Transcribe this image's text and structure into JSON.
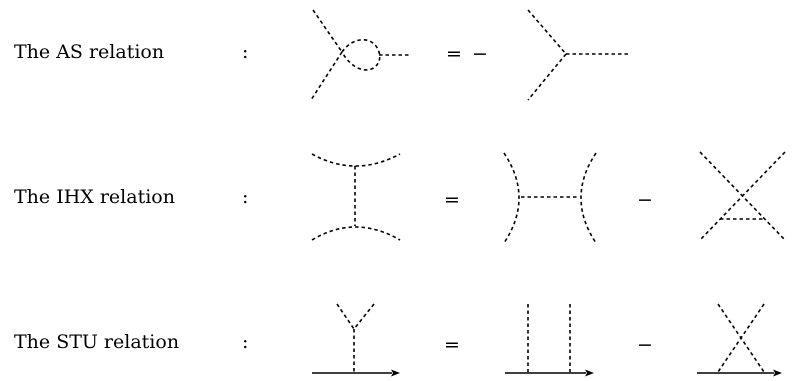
{
  "relations": [
    {
      "label": "The AS relation",
      "colon": ":",
      "equals": "=",
      "minus": "−"
    },
    {
      "label": "The IHX relation",
      "colon": ":",
      "equals": "=",
      "minus": "−"
    },
    {
      "label": "The STU relation",
      "colon": ":",
      "equals": "=",
      "minus": "−"
    }
  ]
}
